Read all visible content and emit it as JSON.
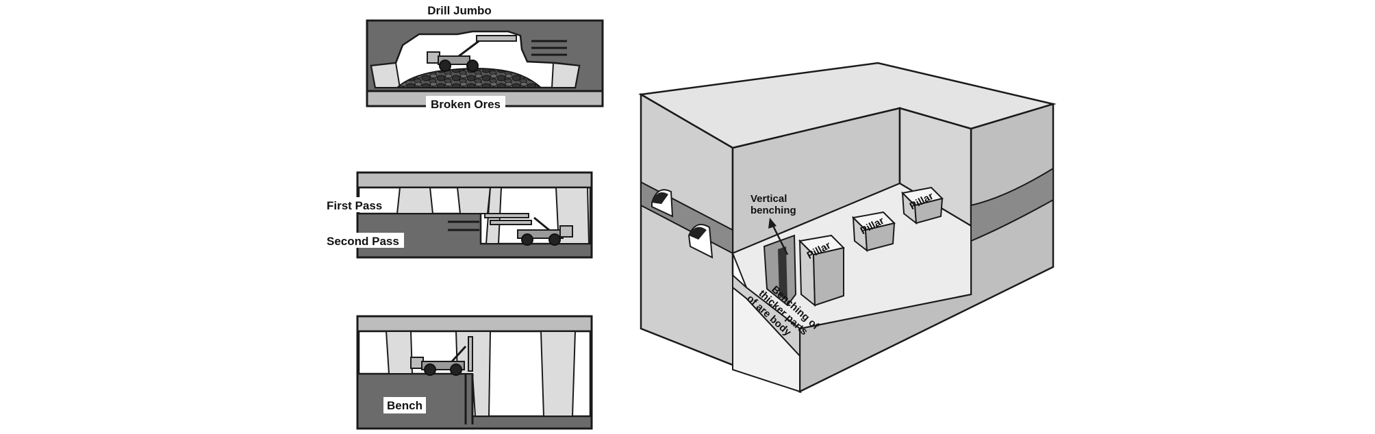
{
  "labels": {
    "drill_jumbo": "Drill Jumbo",
    "broken_ores": "Broken Ores",
    "first_pass": "First Pass",
    "second_pass": "Second Pass",
    "bench": "Bench",
    "vertical_benching_1": "Vertical",
    "vertical_benching_2": "benching",
    "pillar": "Pillar",
    "benching_1": "Benching of",
    "benching_2": "thicker parts",
    "benching_3": "of are body"
  },
  "colors": {
    "rock_dark": "#6b6b6b",
    "rock_mid": "#bdbdbd",
    "rock_light": "#dcdcdc",
    "outline": "#1a1a1a",
    "void": "#ffffff",
    "ore_band": "#8a8a8a"
  }
}
